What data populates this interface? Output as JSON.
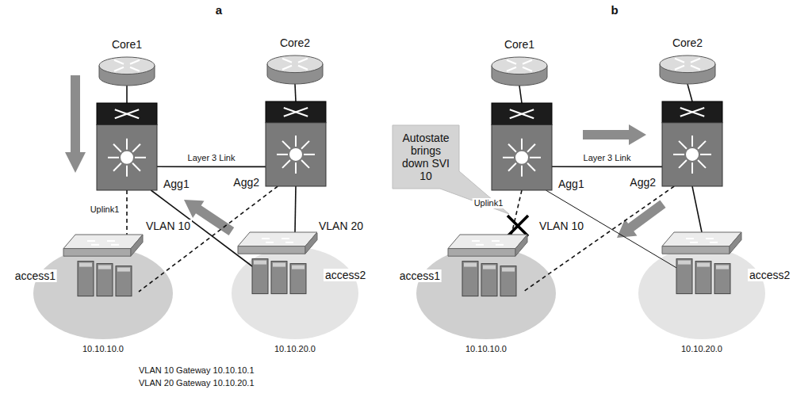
{
  "diagram": {
    "nodes": [
      {
        "text": [
          "Core1"
        ]
      },
      {
        "text": [
          "Core2"
        ]
      },
      {
        "text": [
          "Agg1"
        ]
      },
      {
        "text": [
          "Agg2"
        ]
      },
      {
        "text": [
          "access1"
        ]
      },
      {
        "text": [
          "access2"
        ]
      },
      {
        "text": [
          "Core1"
        ]
      },
      {
        "text": [
          "Core2"
        ]
      },
      {
        "text": [
          "Autostate brings down SVI 10"
        ]
      },
      {
        "text": [
          "Agg1"
        ]
      },
      {
        "text": [
          "Agg2"
        ]
      },
      {
        "text": [
          "access1"
        ]
      },
      {
        "text": [
          "access2"
        ]
      }
    ],
    "edges": [
      {
        "from": 0,
        "to": 2,
        "arrow": "none"
      },
      {
        "from": 1,
        "to": 3,
        "arrow": "none"
      },
      {
        "from": 2,
        "to": 3,
        "arrow": "none",
        "label": "Layer 3 Link"
      },
      {
        "from": 2,
        "to": 4,
        "arrow": "none"
      },
      {
        "from": 2,
        "to": 5,
        "arrow": "none"
      },
      {
        "from": 3,
        "to": 4,
        "arrow": "none"
      },
      {
        "from": 3,
        "to": 5,
        "arrow": "none"
      },
      {
        "from": 6,
        "to": 9,
        "arrow": "none"
      },
      {
        "from": 7,
        "to": 10,
        "arrow": "none"
      },
      {
        "from": 9,
        "to": 10,
        "arrow": "none",
        "label": "Layer 3 Link"
      },
      {
        "from": 9,
        "to": 11,
        "arrow": "none"
      },
      {
        "from": 9,
        "to": 12,
        "arrow": "none"
      },
      {
        "from": 10,
        "to": 11,
        "arrow": "none"
      },
      {
        "from": 10,
        "to": 12,
        "arrow": "none"
      }
    ],
    "labels": [
      "a",
      "Uplink1",
      "VLAN 10",
      "VLAN 20",
      "10.10.10.0",
      "10.10.20.0",
      "VLAN 10 Gateway 10.10.10.1",
      "VLAN 20 Gateway 10.10.20.1",
      "b",
      "Uplink1",
      "VLAN 10",
      "10.10.10.0",
      "10.10.20.0"
    ]
  }
}
